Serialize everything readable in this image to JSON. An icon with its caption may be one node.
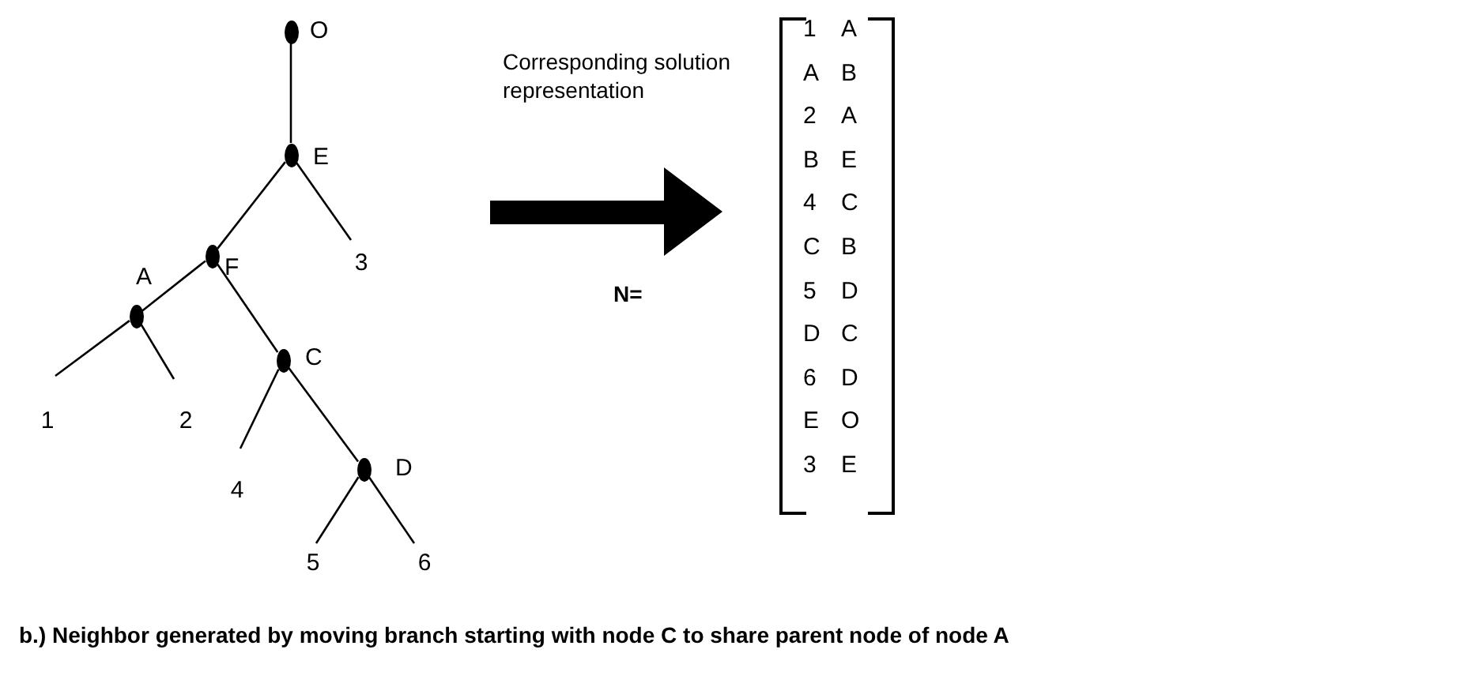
{
  "diagram": {
    "caption": "b.) Neighbor generated by moving branch starting with node C to share parent node of node A",
    "nodes": [
      {
        "text": [
          "O"
        ]
      },
      {
        "text": [
          "E"
        ]
      },
      {
        "text": [
          "F"
        ]
      },
      {
        "text": [
          "3"
        ]
      },
      {
        "text": [
          "A"
        ]
      },
      {
        "text": [
          "C"
        ]
      },
      {
        "text": [
          "1"
        ]
      },
      {
        "text": [
          "2"
        ]
      },
      {
        "text": [
          "4"
        ]
      },
      {
        "text": [
          "D"
        ]
      },
      {
        "text": [
          "5"
        ]
      },
      {
        "text": [
          "6"
        ]
      }
    ],
    "edges": [
      {
        "from": 0,
        "to": 1,
        "arrow": "none"
      },
      {
        "from": 1,
        "to": 2,
        "arrow": "none"
      },
      {
        "from": 1,
        "to": 3,
        "arrow": "none"
      },
      {
        "from": 2,
        "to": 4,
        "arrow": "none"
      },
      {
        "from": 2,
        "to": 5,
        "arrow": "none"
      },
      {
        "from": 4,
        "to": 6,
        "arrow": "none"
      },
      {
        "from": 4,
        "to": 7,
        "arrow": "none"
      },
      {
        "from": 5,
        "to": 8,
        "arrow": "none"
      },
      {
        "from": 5,
        "to": 9,
        "arrow": "none"
      },
      {
        "from": 9,
        "to": 10,
        "arrow": "none"
      },
      {
        "from": 9,
        "to": 11,
        "arrow": "none"
      }
    ],
    "labels": [
      "Corresponding solution representation",
      "N=",
      "1",
      "A",
      "A",
      "B",
      "2",
      "A",
      "B",
      "E",
      "4",
      "C",
      "C",
      "B",
      "5",
      "D",
      "D",
      "C",
      "6",
      "D",
      "E",
      "O",
      "3",
      "E"
    ]
  }
}
